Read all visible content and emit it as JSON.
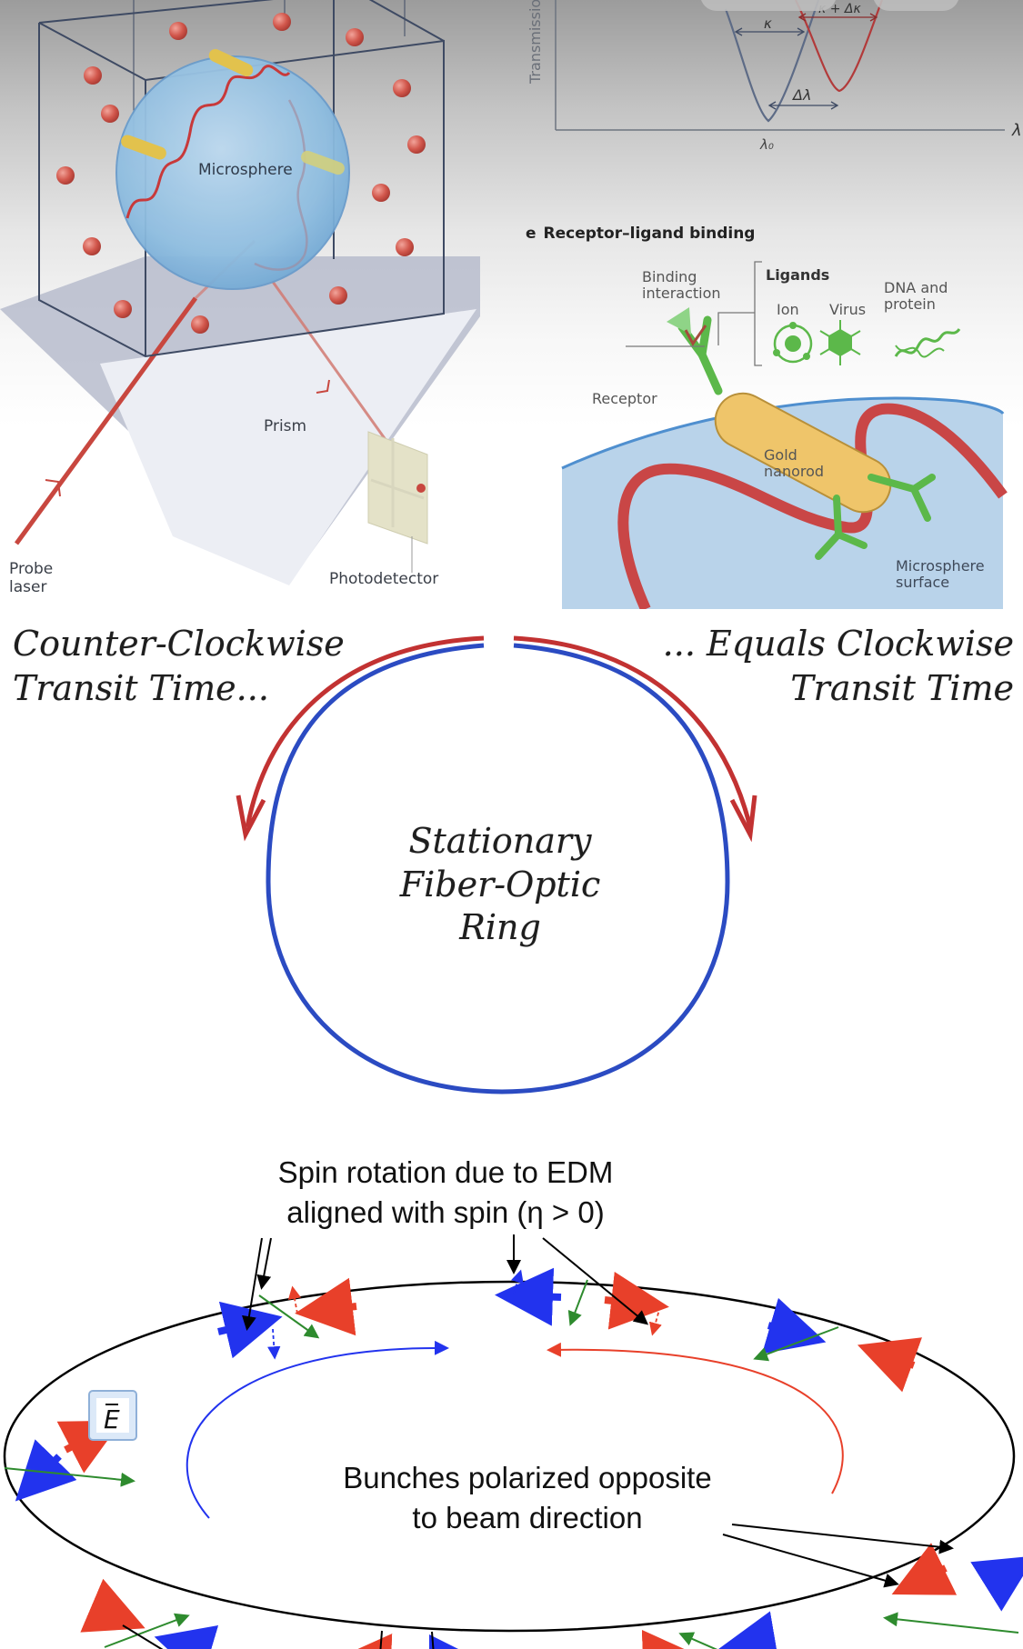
{
  "panel_microsphere": {
    "microsphere_label": "Microsphere",
    "prism_label": "Prism",
    "probe_laser_label": "Probe laser",
    "probe_laser_line1": "Probe",
    "probe_laser_line2": "laser",
    "photodetector_label": "Photodetector"
  },
  "panel_transmission": {
    "y_axis_label": "Transmission",
    "x_axis_label": "λ",
    "lambda0_label": "λ₀",
    "kappa_label": "κ",
    "kappa_delta_label": "κ + Δκ",
    "delta_lambda_label": "Δλ",
    "colors": {
      "original": "#5d6b86",
      "shifted": "#b23a3a"
    }
  },
  "panel_receptor": {
    "panel_letter": "e",
    "title": "Receptor–ligand binding",
    "binding_line1": "Binding",
    "binding_line2": "interaction",
    "ligands_heading": "Ligands",
    "ligand_ion": "Ion",
    "ligand_virus": "Virus",
    "ligand_dna_line1": "DNA and",
    "ligand_dna_line2": "protein",
    "receptor_label": "Receptor",
    "gold_line1": "Gold",
    "gold_line2": "nanorod",
    "surface_line1": "Microsphere",
    "surface_line2": "surface",
    "colors": {
      "receptor": "#5cb84a",
      "gold": "#efc56a",
      "mode": "#c94646",
      "surface": "#b9d3ea"
    }
  },
  "panel_sagnac": {
    "left_line1": "Counter-Clockwise",
    "left_line2": "Transit Time...",
    "right_line1": "... Equals Clockwise",
    "right_line2": "Transit Time",
    "center_line1": "Stationary",
    "center_line2": "Fiber-Optic",
    "center_line3": "Ring",
    "colors": {
      "ring": "#2b4bc2",
      "arrow": "#c23232"
    }
  },
  "panel_edm": {
    "top_line1": "Spin rotation due to EDM",
    "top_line2": "aligned with spin (η > 0)",
    "bottom_line1": "Bunches polarized opposite",
    "bottom_line2": "to beam direction",
    "field_symbol": "E",
    "colors": {
      "blue_bunch": "#2233ee",
      "red_bunch": "#e8402a",
      "field": "#2e8b2e",
      "ring": "#000000"
    }
  }
}
